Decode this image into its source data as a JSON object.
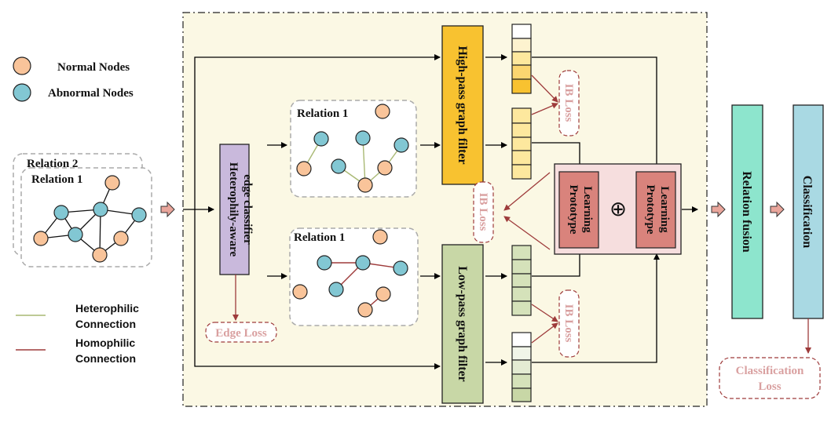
{
  "legend": {
    "normal_nodes": "Normal Nodes",
    "abnormal_nodes": "Abnormal Nodes",
    "heterophilic_l1": "Heterophilic",
    "heterophilic_l2": "Connection",
    "homophilic_l1": "Homophilic",
    "homophilic_l2": "Connection"
  },
  "input_graph": {
    "relation_back": "Relation 2",
    "relation_front": "Relation 1"
  },
  "classifier": {
    "line1": "Heterophily-aware",
    "line2": "edge classifier"
  },
  "relations": {
    "top": "Relation 1",
    "bottom": "Relation 1"
  },
  "filters": {
    "high": "High-pass graph filter",
    "low": "Low-pass graph filter"
  },
  "prototype": {
    "line1": "Prototype",
    "line2": "Learning",
    "combine_symbol": "⊕"
  },
  "losses": {
    "ib_top": "IB Loss",
    "ib_mid": "IB Loss",
    "ib_bottom": "IB Loss",
    "edge": "Edge Loss",
    "classification_l1": "Classification",
    "classification_l2": "Loss"
  },
  "fusion": "Relation fusion",
  "classification": "Classification",
  "colors": {
    "normal_node": "#f9c49a",
    "abnormal_node": "#82c7d3",
    "heterophilic_edge": "#a9b974",
    "homophilic_edge": "#9e3b3b",
    "high_filter": "#f8c230",
    "low_filter": "#c8d7a6",
    "classifier_box": "#c9b9dc",
    "prototype_box": "#d9837c",
    "fusion_box": "#8de5cd",
    "classification_box": "#a9d9e3",
    "panel_bg": "#fbf8e4",
    "loss_text": "#d9a0a0"
  }
}
